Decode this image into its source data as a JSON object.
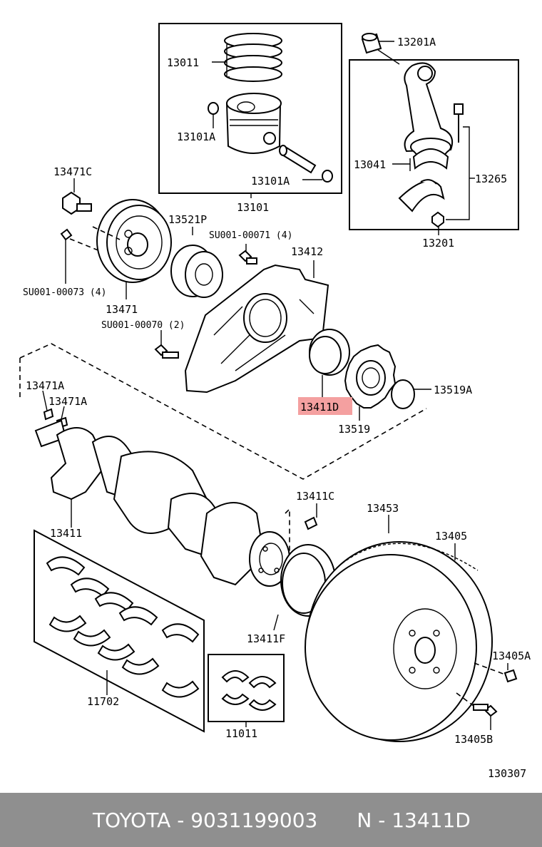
{
  "labels": {
    "l13011": "13011",
    "l13101a_1": "13101A",
    "l13101a_2": "13101A",
    "l13101": "13101",
    "l13201a": "13201A",
    "l13041": "13041",
    "l13265": "13265",
    "l13201": "13201",
    "l13471c": "13471C",
    "l13521p": "13521P",
    "lsu71": "SU001-00071 (4)",
    "l13412": "13412",
    "lsu73": "SU001-00073 (4)",
    "l13471": "13471",
    "lsu70": "SU001-00070 (2)",
    "l13471a_1": "13471A",
    "l13471a_2": "13471A",
    "l13411d": "13411D",
    "l13519a": "13519A",
    "l13519": "13519",
    "l13411": "13411",
    "l13411c": "13411C",
    "l13453": "13453",
    "l13405": "13405",
    "l13411f": "13411F",
    "l13405a": "13405A",
    "l11702": "11702",
    "l11011": "11011",
    "l13405b": "13405B",
    "l130307": "130307"
  },
  "highlight_color": "#f4a0a0",
  "footer": {
    "brand": "TOYOTA - 9031199003",
    "code": "N - 13411D"
  }
}
